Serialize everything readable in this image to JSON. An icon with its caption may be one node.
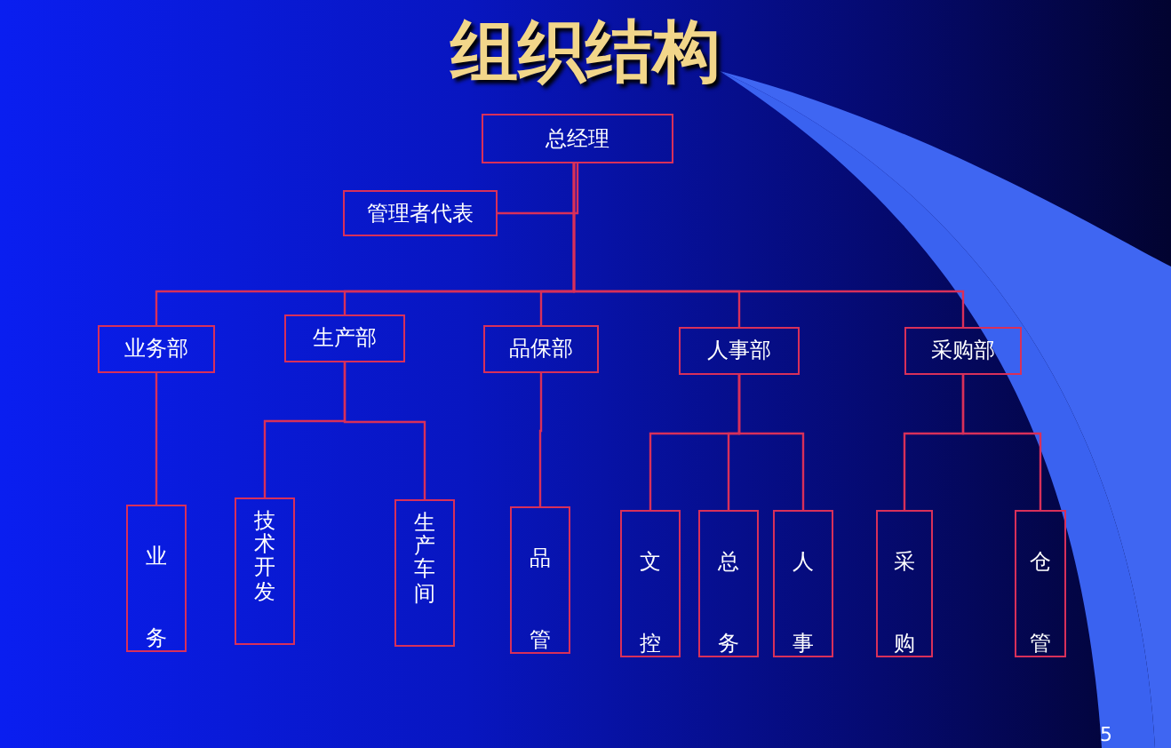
{
  "diagram": {
    "title": "组织结构",
    "nodes": [
      {
        "text": [
          "总经理"
        ]
      },
      {
        "text": [
          "管理者代表"
        ]
      },
      {
        "text": [
          "业务部"
        ]
      },
      {
        "text": [
          "生产部"
        ]
      },
      {
        "text": [
          "品保部"
        ]
      },
      {
        "text": [
          "人事部"
        ]
      },
      {
        "text": [
          "采购部"
        ]
      },
      {
        "text": [
          "业务"
        ]
      },
      {
        "text": [
          "技术开发"
        ]
      },
      {
        "text": [
          "生产车间"
        ]
      },
      {
        "text": [
          "品管"
        ]
      },
      {
        "text": [
          "文控"
        ]
      },
      {
        "text": [
          "总务"
        ]
      },
      {
        "text": [
          "人事"
        ]
      },
      {
        "text": [
          "采购"
        ]
      },
      {
        "text": [
          "仓管"
        ]
      }
    ],
    "edges": [
      {
        "from": 0,
        "to": 1,
        "arrow": "none"
      },
      {
        "from": 0,
        "to": 2,
        "arrow": "none"
      },
      {
        "from": 0,
        "to": 3,
        "arrow": "none"
      },
      {
        "from": 0,
        "to": 4,
        "arrow": "none"
      },
      {
        "from": 0,
        "to": 5,
        "arrow": "none"
      },
      {
        "from": 0,
        "to": 6,
        "arrow": "none"
      },
      {
        "from": 2,
        "to": 7,
        "arrow": "none"
      },
      {
        "from": 3,
        "to": 8,
        "arrow": "none"
      },
      {
        "from": 3,
        "to": 9,
        "arrow": "none"
      },
      {
        "from": 4,
        "to": 10,
        "arrow": "none"
      },
      {
        "from": 5,
        "to": 11,
        "arrow": "none"
      },
      {
        "from": 5,
        "to": 12,
        "arrow": "none"
      },
      {
        "from": 5,
        "to": 13,
        "arrow": "none"
      },
      {
        "from": 6,
        "to": 14,
        "arrow": "none"
      },
      {
        "from": 6,
        "to": 15,
        "arrow": "none"
      }
    ],
    "labels": [
      "5"
    ]
  }
}
